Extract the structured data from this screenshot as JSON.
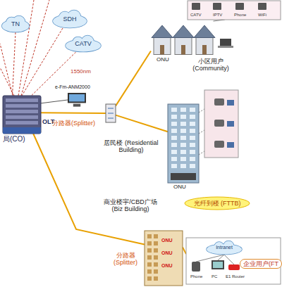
{
  "diagram": {
    "nodes": [
      {
        "text": [
          "TN"
        ]
      },
      {
        "text": [
          "SDH"
        ]
      },
      {
        "text": [
          "CATV"
        ]
      },
      {
        "text": [
          "CATV",
          "IPTV",
          "Phone",
          "WiFi"
        ]
      },
      {
        "text": [
          "ONU",
          "小区用户 (Community)"
        ]
      },
      {
        "text": [
          "OLT",
          "局(CO)"
        ]
      },
      {
        "text": [
          "e-Fm-ANM2000"
        ]
      },
      {
        "text": [
          "分路器(Splitter)"
        ]
      },
      {
        "text": [
          "居民楼 (Residential Building)",
          "ONU"
        ]
      },
      {
        "text": [
          "光纤到楼 (FTTB)"
        ]
      },
      {
        "text": [
          "商业楼宇/CBD广场 (Biz Building)",
          "ONU",
          "ONU",
          "ONU"
        ]
      },
      {
        "text": [
          "企业用户(FT",
          "Phone",
          "PC",
          "E1 Router"
        ]
      },
      {
        "text": [
          "Intranet"
        ],
        "in": 11
      }
    ],
    "edges": [
      {
        "from": 0,
        "to": 5,
        "arrow": "none"
      },
      {
        "from": 1,
        "to": 5,
        "arrow": "none"
      },
      {
        "from": 2,
        "to": 5,
        "arrow": "none"
      },
      {
        "from": 5,
        "to": 6,
        "arrow": "none"
      },
      {
        "from": 5,
        "to": 7,
        "arrow": "none"
      },
      {
        "from": 7,
        "to": 4,
        "arrow": "none"
      },
      {
        "from": 7,
        "to": 8,
        "arrow": "none"
      },
      {
        "from": 5,
        "to": 10,
        "arrow": "none"
      },
      {
        "from": 4,
        "to": 3,
        "arrow": "none"
      },
      {
        "from": 10,
        "to": 11,
        "arrow": "none"
      }
    ],
    "labels": [
      "1550nm",
      "分路器 (Splitter)"
    ]
  }
}
